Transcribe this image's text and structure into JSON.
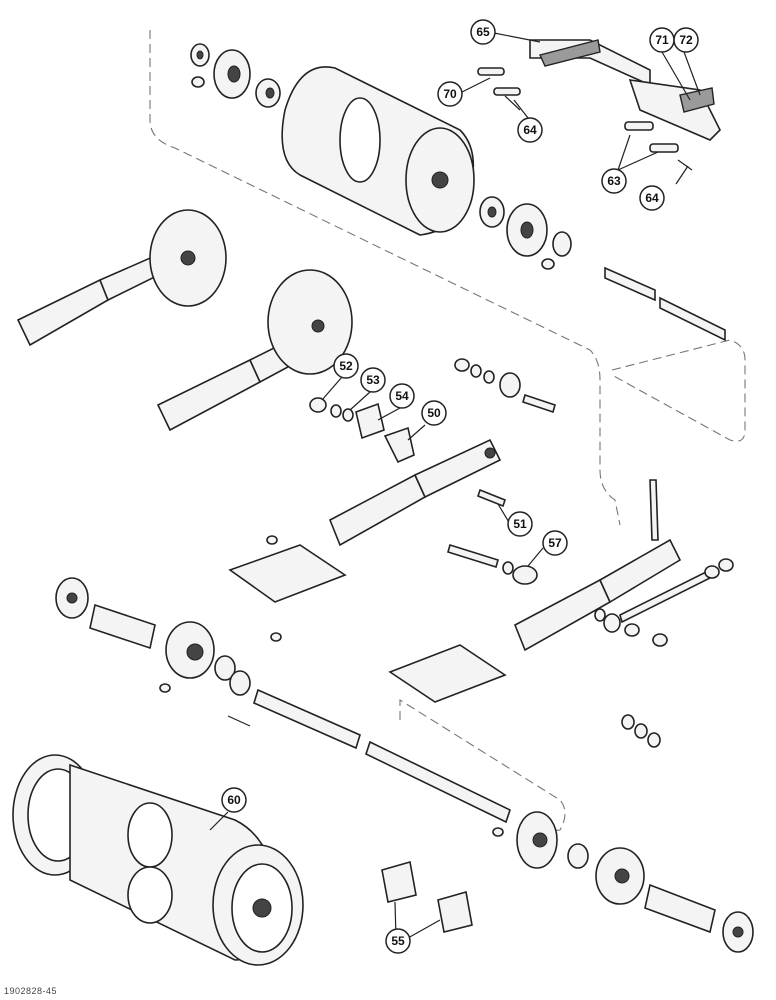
{
  "callouts": [
    {
      "id": "c65",
      "label": "65"
    },
    {
      "id": "c71",
      "label": "71"
    },
    {
      "id": "c72",
      "label": "72"
    },
    {
      "id": "c70",
      "label": "70"
    },
    {
      "id": "c64a",
      "label": "64"
    },
    {
      "id": "c63",
      "label": "63"
    },
    {
      "id": "c64b",
      "label": "64"
    },
    {
      "id": "c52",
      "label": "52"
    },
    {
      "id": "c53",
      "label": "53"
    },
    {
      "id": "c54",
      "label": "54"
    },
    {
      "id": "c50",
      "label": "50"
    },
    {
      "id": "c51",
      "label": "51"
    },
    {
      "id": "c57",
      "label": "57"
    },
    {
      "id": "c60",
      "label": "60"
    },
    {
      "id": "c55",
      "label": "55"
    }
  ],
  "document_id": "1902828-45"
}
